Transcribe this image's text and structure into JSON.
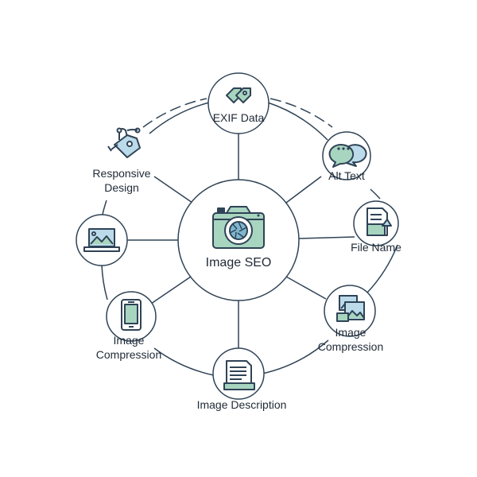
{
  "colors": {
    "stroke": "#2f4356",
    "accent_green": "#a8d5bf",
    "accent_blue": "#bcdbea",
    "white": "#ffffff"
  },
  "center": {
    "label": "Image SEO",
    "icon": "camera-icon"
  },
  "nodes": [
    {
      "id": "exif",
      "label_lines": [
        "EXIF Data"
      ],
      "icon": "tag-icon"
    },
    {
      "id": "alt",
      "label_lines": [
        "Alt Text"
      ],
      "icon": "chat-bubbles-icon"
    },
    {
      "id": "filename",
      "label_lines": [
        "File Name"
      ],
      "icon": "document-icon"
    },
    {
      "id": "compression-right",
      "label_lines": [
        "Image",
        "Compression"
      ],
      "icon": "image-files-icon"
    },
    {
      "id": "description",
      "label_lines": [
        "Image Description"
      ],
      "icon": "text-document-icon"
    },
    {
      "id": "compression-left",
      "label_lines": [
        "Image",
        "Compression"
      ],
      "icon": "smartphone-icon"
    },
    {
      "id": "monitor",
      "label_lines": [],
      "icon": "monitor-image-icon"
    },
    {
      "id": "responsive",
      "label_lines": [
        "Responsive",
        "Design"
      ],
      "icon": "price-tag-icon"
    }
  ]
}
